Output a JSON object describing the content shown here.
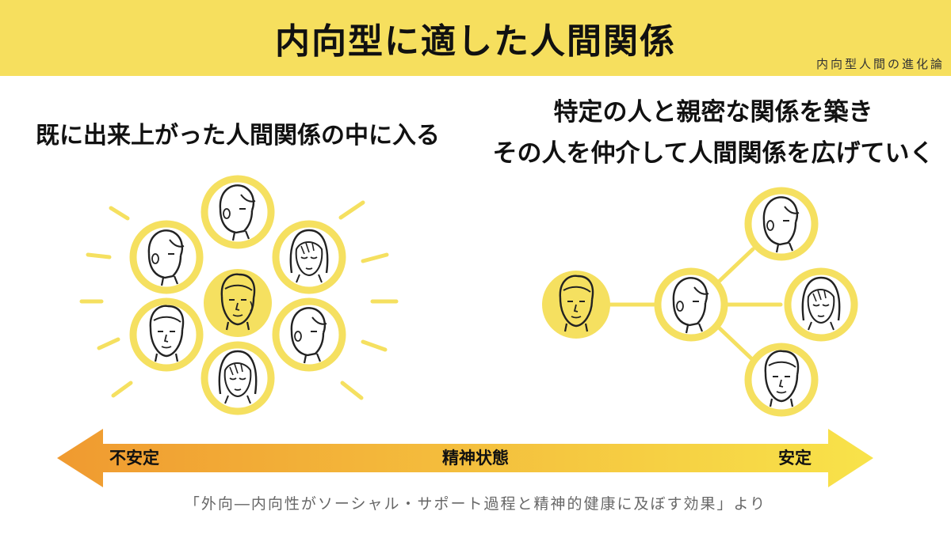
{
  "title": "内向型に適した人間関係",
  "brand": "内向型人間の進化論",
  "left": {
    "heading": "既に出来上がった人間関係の中に入る"
  },
  "right": {
    "heading_line1": "特定の人と親密な関係を築き",
    "heading_line2": "その人を仲介して人間関係を広げていく"
  },
  "scale": {
    "left_label": "不安定",
    "center_label": "精神状態",
    "right_label": "安定"
  },
  "source": "「外向―内向性がソーシャル・サポート過程と精神的健康に及ぼす効果」より",
  "colors": {
    "banner": "#f6df5e",
    "accent": "#f5e060",
    "arrow_start": "#f09a30",
    "arrow_end": "#f8e34a"
  }
}
